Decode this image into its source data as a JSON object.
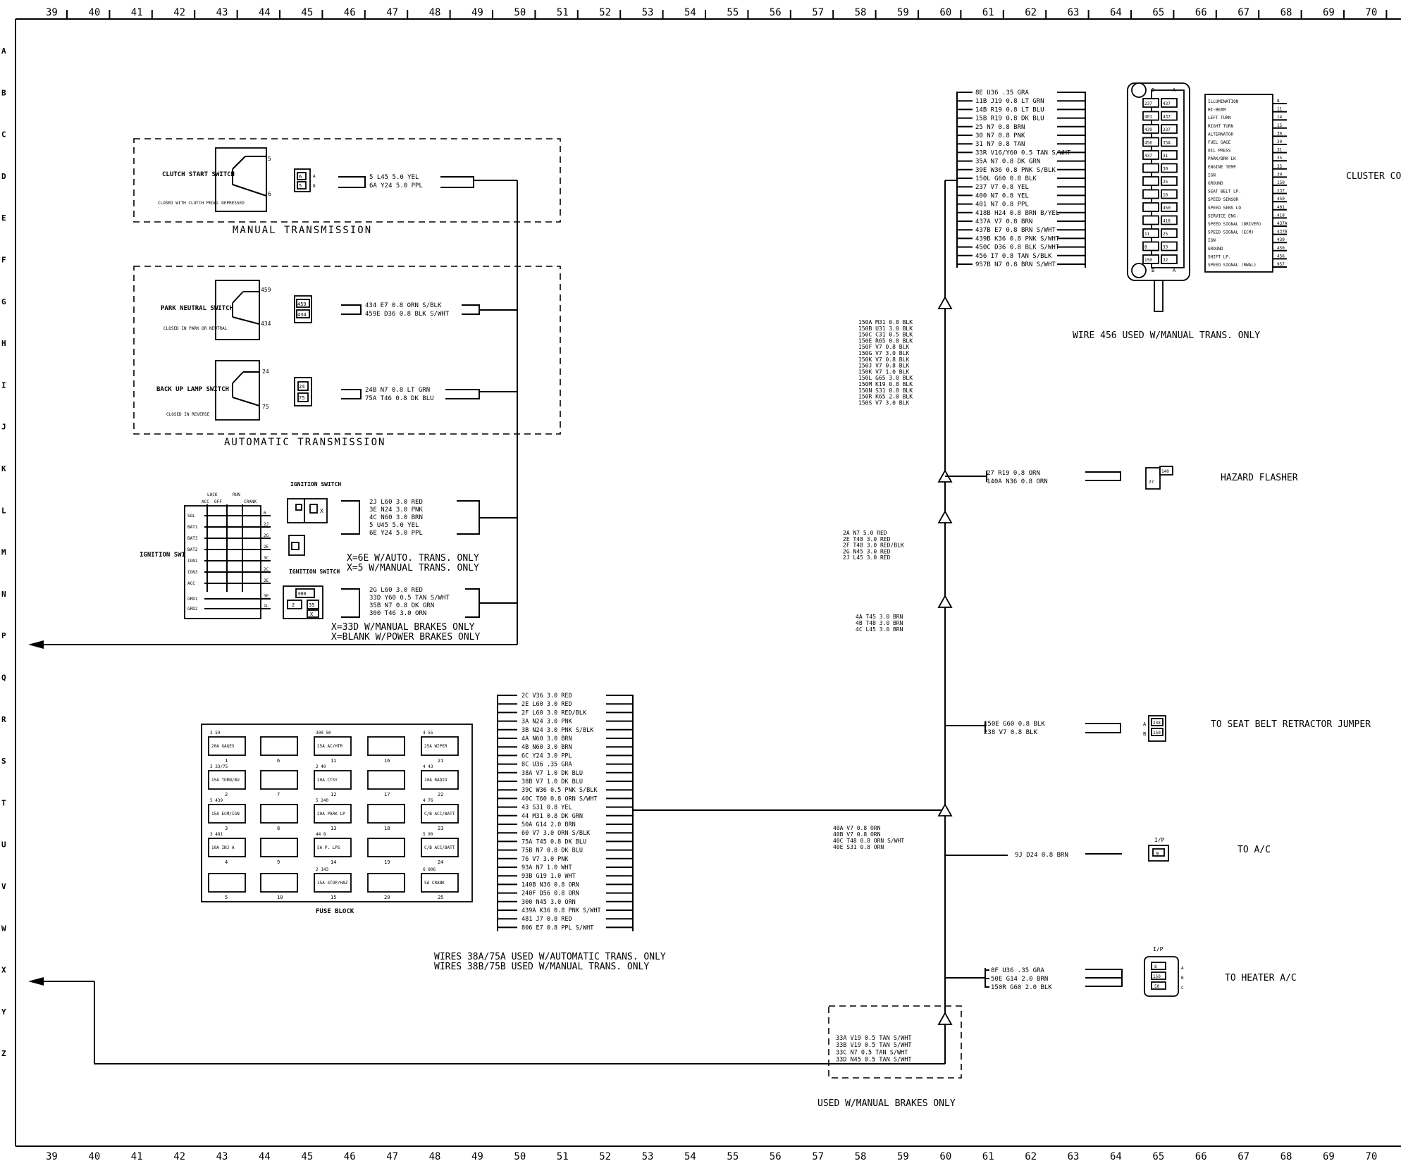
{
  "grid": {
    "columns": [
      "39",
      "40",
      "41",
      "42",
      "43",
      "44",
      "45",
      "46",
      "47",
      "48",
      "49",
      "50",
      "51",
      "52",
      "53",
      "54",
      "55",
      "56",
      "57",
      "58",
      "59",
      "60",
      "61",
      "62",
      "63",
      "64",
      "65",
      "66",
      "67",
      "68",
      "69",
      "70"
    ],
    "rows": [
      "A",
      "B",
      "C",
      "D",
      "E",
      "F",
      "G",
      "H",
      "I",
      "J",
      "K",
      "L",
      "M",
      "N",
      "P",
      "Q",
      "R",
      "S",
      "T",
      "U",
      "V",
      "W",
      "X",
      "Y",
      "Z"
    ]
  },
  "clutch": {
    "title": "CLUTCH START SWITCH",
    "note": "CLOSED WITH CLUTCH PEDAL DEPRESSED",
    "pins": [
      "5",
      "6"
    ],
    "conn_pins": [
      "6",
      "5"
    ],
    "conn_side": [
      "A",
      "B"
    ],
    "wires": [
      "5    L45   5.0 YEL",
      "6A   Y24   5.0 PPL"
    ],
    "section_label": "MANUAL  TRANSMISSION"
  },
  "park": {
    "title": "PARK NEUTRAL SWITCH",
    "note": "CLOSED IN PARK OR NEUTRAL",
    "pins": [
      "459",
      "434"
    ],
    "conn_pins": [
      "459",
      "434"
    ],
    "wires": [
      "434    E7   0.8 ORN S/BLK",
      "459E  D36  0.8 BLK S/WHT"
    ]
  },
  "backup": {
    "title": "BACK UP LAMP SWITCH",
    "note": "CLOSED IN REVERSE",
    "pins": [
      "24",
      "75"
    ],
    "conn_pins": [
      "24",
      "75"
    ],
    "wires": [
      "24B  N7   0.8 LT GRN",
      "75A  T46  0.8 DK BLU"
    ],
    "section_label": "AUTOMATIC  TRANSMISSION"
  },
  "ignition": {
    "label": "IGNITION SWITCH",
    "header": [
      "LOCK",
      "ACC",
      "OFF",
      "RUN",
      "CRANK"
    ],
    "rows": [
      "SOL",
      "BAT1",
      "BAT3",
      "BAT2",
      "IGN1",
      "IGN3",
      "ACC",
      "GRD1",
      "GRD2"
    ],
    "pins": [
      "6",
      "2J",
      "2G",
      "2E",
      "3C",
      "2C",
      "2E",
      "3E",
      "1L"
    ],
    "sw1_label": "IGNITION SWITCH",
    "sw2_label": "IGNITION SWITCH",
    "sw2_pins": [
      "300",
      "2",
      "35",
      "X"
    ],
    "wires1": [
      "2J   L60  3.0 RED",
      "3E   N24  3.0 PNK",
      "4C   N60  3.0 BRN",
      "5    U45  5.0 YEL",
      "6E   Y24  5.0 PPL"
    ],
    "note1": [
      "X=6E  W/AUTO. TRANS. ONLY",
      "X=5  W/MANUAL  TRANS. ONLY"
    ],
    "wires2": [
      "2G   L60  3.0 RED",
      "33D  Y60  0.5 TAN S/WHT",
      "35B  N7   0.8 DK GRN",
      "300  T46  3.0 ORN"
    ],
    "note2": [
      "X=33D  W/MANUAL  BRAKES  ONLY",
      "X=BLANK  W/POWER  BRAKES  ONLY"
    ]
  },
  "fuse_block": {
    "label": "FUSE BLOCK",
    "cells": [
      {
        "top": "3      59",
        "text": "20A GAGES",
        "num": "1"
      },
      {
        "top": "",
        "text": "",
        "num": "6"
      },
      {
        "top": "300    50",
        "text": "25A AC/HTR",
        "num": "11"
      },
      {
        "top": "",
        "text": "",
        "num": "16"
      },
      {
        "top": "4      55",
        "text": "25A WIPER",
        "num": "21"
      },
      {
        "top": "3   33/75",
        "text": "15A TURN/BU",
        "num": "2"
      },
      {
        "top": "",
        "text": "",
        "num": "7"
      },
      {
        "top": "2      40",
        "text": "20A CTSY",
        "num": "12"
      },
      {
        "top": "",
        "text": "",
        "num": "17"
      },
      {
        "top": "4      43",
        "text": "10A RADIO",
        "num": "22"
      },
      {
        "top": "5     439",
        "text": "15A ECM/IGN",
        "num": "3"
      },
      {
        "top": "",
        "text": "",
        "num": "8"
      },
      {
        "top": "5     240",
        "text": "20A PARK LP",
        "num": "13"
      },
      {
        "top": "",
        "text": "",
        "num": "18"
      },
      {
        "top": "4      76",
        "text": "C/B ACC/BATT",
        "num": "23"
      },
      {
        "top": "3     481",
        "text": "10A INJ A",
        "num": "4"
      },
      {
        "top": "",
        "text": "",
        "num": "9"
      },
      {
        "top": "44      8",
        "text": "5A P. LPS",
        "num": "14"
      },
      {
        "top": "",
        "text": "",
        "num": "19"
      },
      {
        "top": "5      90",
        "text": "C/B ACC/BATT",
        "num": "24"
      },
      {
        "top": "",
        "text": "",
        "num": "5"
      },
      {
        "top": "",
        "text": "",
        "num": "10"
      },
      {
        "top": "2     143",
        "text": "15A STOP/HAZ",
        "num": "15"
      },
      {
        "top": "",
        "text": "",
        "num": "20"
      },
      {
        "top": "6     806",
        "text": "5A CRANK",
        "num": "25"
      }
    ]
  },
  "center_bundle": {
    "wires": [
      "2C   V36  3.0 RED",
      "2E   L60  3.0 RED",
      "2F   L60  3.0 RED/BLK",
      "3A   N24  3.0 PNK",
      "3B   N24  3.0 PNK S/BLK",
      "4A   N60  3.0 BRN",
      "4B   N60  3.0 BRN",
      "6C   Y24  3.0 PPL",
      "8C   U36  .35 GRA",
      "38A  V7   1.0 DK BLU",
      "38B  V7   1.0 DK BLU",
      "39C  W36  0.5 PNK S/BLK",
      "40C  T60  0.8 ORN S/WHT",
      "43   S31  0.8 YEL",
      "44   M31  0.8 DK GRN",
      "50A  G14  2.0 BRN",
      "60   V7   3.0 ORN S/BLK",
      "75A  T45  0.8 DK BLU",
      "75B  N7   0.8 DK BLU",
      "76   V7   3.0 PNK",
      "93A  N7   1.0 WHT",
      "93B  G19  1.0 WHT",
      "140B N36  0.8 ORN",
      "240F D56  0.8 ORN",
      "300  N45  3.0 ORN",
      "439A K36  0.8 PNK S/WHT",
      "481  J7   0.8 RED",
      "806  E7   0.8 PPL S/WHT"
    ],
    "note": [
      "WIRES  38A/75A  USED  W/AUTOMATIC  TRANS.  ONLY",
      "WIRES  38B/75B  USED  W/MANUAL  TRANS.  ONLY"
    ]
  },
  "cluster": {
    "label": "CLUSTER CONN.",
    "wires": [
      "8E   U36  .35 GRA",
      "11B  J19  0.8 LT GRN",
      "14B  R19  0.8 LT BLU",
      "15B  R19  0.8 DK BLU",
      "25   N7   0.8 BRN",
      "30   N7   0.8 PNK",
      "31   N7   0.8 TAN",
      "33R V16/Y60 0.5 TAN S/WHT",
      "35A  N7   0.8 DK GRN",
      "39E  W36  0.8 PNK S/BLK",
      "150L G60  0.8 BLK",
      "237  V7   0.8 YEL",
      "400  N7   0.8 YEL",
      "401  N7   0.8 PPL",
      "418B H24  0.8 BRN B/YEL",
      "437A V7   0.8 BRN",
      "437B E7   0.8 BRN S/WHT",
      "439B K36  0.8 PNK S/WHT",
      "450C D36  0.8 BLK S/WHT",
      "456  I7   0.8 TAN S/BLK",
      "957B N7   0.8 BRN S/WHT"
    ],
    "conn_cells": [
      [
        "237",
        "437"
      ],
      [
        "401",
        "437"
      ],
      [
        "439",
        "237"
      ],
      [
        "456",
        "35A"
      ],
      [
        "437",
        "31"
      ],
      [
        "",
        "30"
      ],
      [
        "",
        "25"
      ],
      [
        "",
        "16"
      ],
      [
        "",
        "450"
      ],
      [
        "",
        "418"
      ],
      [
        "11",
        "25"
      ],
      [
        "8",
        "33"
      ],
      [
        "150",
        "32"
      ]
    ],
    "conn_letters": [
      "B",
      "A",
      "B",
      "A"
    ],
    "functions": [
      "ILLUMINATION",
      "HI-BEAM",
      "LEFT TURN",
      "RIGHT TURN",
      "ALTERNATOR",
      "FUEL GAGE",
      "OIL PRESS",
      "PARK/BRK LK",
      "ENGINE TEMP",
      "IGN",
      "GROUND",
      "SEAT BELT LP.",
      "SPEED SENSOR",
      "SPEED SENS LO",
      "SERVICE ENG.",
      "SPEED SIGNAL (DRIVER)",
      "SPEED SIGNAL (ECM)",
      "IGN",
      "GROUND",
      "SHIFT LP.",
      "SPEED SIGNAL (RWAL)"
    ],
    "func_pins": [
      "8",
      "11",
      "14",
      "15",
      "30",
      "30",
      "31",
      "35",
      "35",
      "39",
      "150",
      "237",
      "450",
      "401",
      "418",
      "437A",
      "437B",
      "439",
      "450",
      "456",
      "957"
    ],
    "note": "WIRE  456  USED  W/MANUAL  TRANS.  ONLY"
  },
  "splice_blocks": {
    "ground": [
      "150A  M31  0.8 BLK",
      "150B  U31  3.0 BLK",
      "150C  C31  0.5 BLK",
      "150E  R65  0.8 BLK",
      "150F  V7   0.8 BLK",
      "150G  V7   3.0 BLK",
      "150K  V7   0.8 BLK",
      "150J  V7   0.8 BLK",
      "150K  V7   1.0 BLK",
      "150L  G65  3.0 BLK",
      "150M  K19  0.8 BLK",
      "150N  S31  0.8 BLK",
      "150R  K65  2.0 BLK",
      "150S  V7   3.0 BLK"
    ],
    "red": [
      "2A   N7   5.0 RED",
      "2E   T48  3.0 RED",
      "2F   T48  3.0 RED/BLK",
      "2G   N45  3.0 RED",
      "2J   L45  3.0 RED"
    ],
    "brn": [
      "4A   T45  3.0 BRN",
      "4B   T48  3.0 BRN",
      "4C   L45  3.0 BRN"
    ],
    "orn": [
      "40A   V7   0.8 ORN",
      "40B   V7   0.8 ORN",
      "40C   T48  0.8 ORN S/WHT",
      "40E   S31  0.8 ORN"
    ],
    "tan": [
      "33A   V19  0.5 TAN S/WHT",
      "33B   V19  0.5 TAN S/WHT",
      "33C   N7   0.5 TAN S/WHT",
      "33D   N45  0.5 TAN S/WHT"
    ],
    "tan_note": "USED  W/MANUAL  BRAKES  ONLY"
  },
  "hazard": {
    "label": "HAZARD FLASHER",
    "wires": [
      "27    R19  0.8 ORN",
      "140A  N36  0.8 ORN"
    ],
    "pins": [
      "140",
      "27"
    ]
  },
  "seatbelt": {
    "label": "TO SEAT BELT RETRACTOR JUMPER",
    "wires": [
      "150E  G60  0.8 BLK",
      "238   V7   0.8 BLK"
    ],
    "pins": [
      "A",
      "B",
      "238",
      "150"
    ]
  },
  "ac": {
    "label": "TO A/C",
    "wire": "9J   D24  0.8 BRN",
    "tag": "I/P",
    "pin": "9"
  },
  "heater": {
    "label": "TO HEATER A/C",
    "tag": "I/P",
    "wires": [
      "8F   U36  .35 GRA",
      "50E  G14  2.0 BRN",
      "150R  G60  2.0 BLK"
    ],
    "pins": [
      "8",
      "150",
      "50"
    ],
    "side": [
      "A",
      "B",
      "C"
    ]
  }
}
